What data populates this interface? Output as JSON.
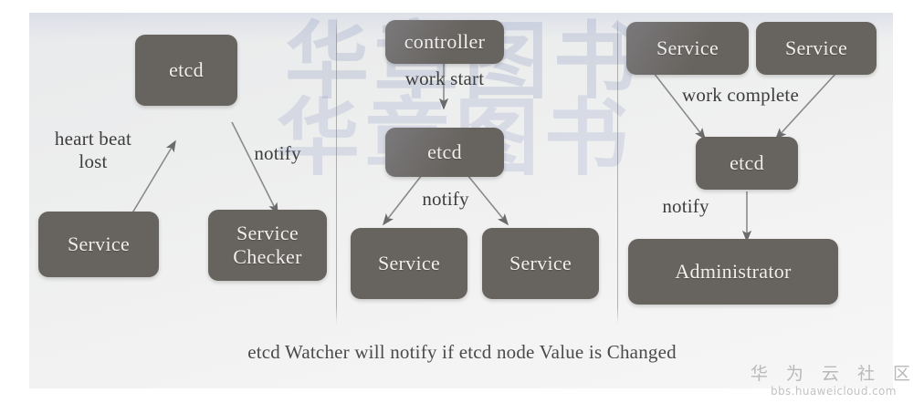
{
  "diagram": {
    "caption": "etcd Watcher will notify if etcd node Value is Changed",
    "background_watermark_line1": "华章图书",
    "background_watermark_line2": "华章图书",
    "colors": {
      "node_fill": "#67635f",
      "node_text": "#f1efed",
      "page_background": "#f1f1f1",
      "label_text": "#3d3d3d",
      "divider": "#787878",
      "watermark": "#b9b9b9"
    },
    "panels": [
      {
        "id": "panel-heartbeat",
        "name": "heartbeat-lost-panel",
        "nodes": [
          {
            "id": "left-etcd",
            "label": "etcd"
          },
          {
            "id": "left-service",
            "label": "Service"
          },
          {
            "id": "left-service-checker",
            "label": "Service\nChecker"
          }
        ],
        "edges": [
          {
            "id": "edge-heartbeat-lost",
            "label": "heart beat lost",
            "from": "left-service",
            "to": "left-etcd"
          },
          {
            "id": "edge-left-notify",
            "label": "notify",
            "from": "left-etcd",
            "to": "left-service-checker"
          }
        ]
      },
      {
        "id": "panel-work-start",
        "name": "work-start-panel",
        "nodes": [
          {
            "id": "mid-controller",
            "label": "controller"
          },
          {
            "id": "mid-etcd",
            "label": "etcd"
          },
          {
            "id": "mid-service-1",
            "label": "Service"
          },
          {
            "id": "mid-service-2",
            "label": "Service"
          }
        ],
        "edges": [
          {
            "id": "edge-work-start",
            "label": "work start",
            "from": "mid-controller",
            "to": "mid-etcd"
          },
          {
            "id": "edge-mid-notify",
            "label": "notify",
            "from": "mid-etcd",
            "to": "mid-service-1 / mid-service-2"
          }
        ]
      },
      {
        "id": "panel-work-complete",
        "name": "work-complete-panel",
        "nodes": [
          {
            "id": "right-service-1",
            "label": "Service"
          },
          {
            "id": "right-service-2",
            "label": "Service"
          },
          {
            "id": "right-etcd",
            "label": "etcd"
          },
          {
            "id": "right-administrator",
            "label": "Administrator"
          }
        ],
        "edges": [
          {
            "id": "edge-work-complete",
            "label": "work complete",
            "from": "right-service-1 / right-service-2",
            "to": "right-etcd"
          },
          {
            "id": "edge-right-notify",
            "label": "notify",
            "from": "right-etcd",
            "to": "right-administrator"
          }
        ]
      }
    ]
  },
  "labels": {
    "heart_beat_lost_line1": "heart beat",
    "heart_beat_lost_line2": "lost",
    "left_notify": "notify",
    "work_start": "work start",
    "mid_notify": "notify",
    "work_complete": "work complete",
    "right_notify": "notify"
  },
  "nodes": {
    "left_etcd": "etcd",
    "left_service": "Service",
    "left_service_checker_line1": "Service",
    "left_service_checker_line2": "Checker",
    "mid_controller": "controller",
    "mid_etcd": "etcd",
    "mid_service_1": "Service",
    "mid_service_2": "Service",
    "right_service_1": "Service",
    "right_service_2": "Service",
    "right_etcd": "etcd",
    "right_administrator": "Administrator"
  },
  "brand": {
    "cn": "华 为 云 社 区",
    "url": "bbs.huaweicloud.com"
  }
}
